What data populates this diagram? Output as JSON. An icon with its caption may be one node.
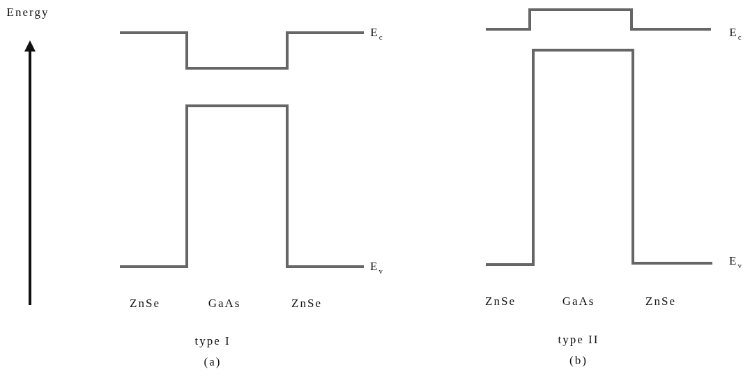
{
  "diagram": {
    "labels": [
      "Energy",
      "E$_{c}$",
      "E$_{v}$",
      "ZnSe",
      "GaAs",
      "ZnSe",
      "type I",
      "(a)",
      "E$_{c}$",
      "E$_{v}$",
      "ZnSe",
      "GaAs",
      "ZnSe",
      "type II",
      "(b)"
    ]
  }
}
